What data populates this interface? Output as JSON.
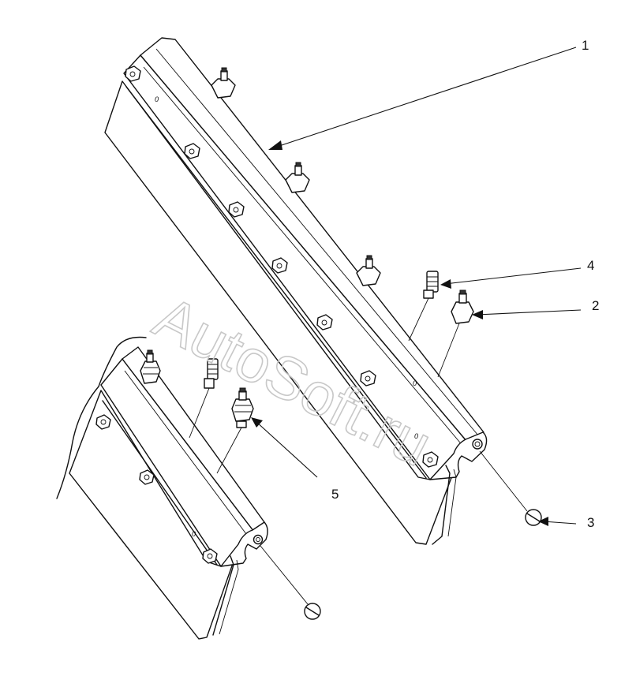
{
  "watermark": "AutoSoft.ru",
  "callouts": [
    {
      "id": "1",
      "label": "1"
    },
    {
      "id": "2",
      "label": "2"
    },
    {
      "id": "3",
      "label": "3"
    },
    {
      "id": "4",
      "label": "4"
    },
    {
      "id": "5",
      "label": "5"
    }
  ],
  "colors": {
    "line": "#111111",
    "background": "#ffffff",
    "watermark": "#c8c8c8"
  }
}
